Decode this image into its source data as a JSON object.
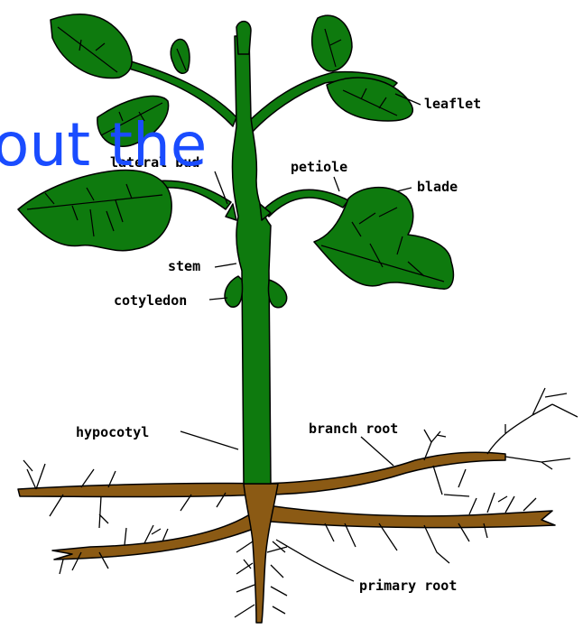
{
  "diagram": {
    "colors": {
      "leaf": "#0e7a0e",
      "root": "#8b5a14",
      "outline": "#000000",
      "overlay_text": "#1a4cff"
    },
    "labels": {
      "leaflet": "leaflet",
      "lateral_bud": "lateral bud",
      "petiole": "petiole",
      "blade": "blade",
      "stem": "stem",
      "cotyledon": "cotyledon",
      "hypocotyl": "hypocotyl",
      "branch_root": "branch root",
      "primary_root": "primary root"
    },
    "overlay_text": "out the"
  }
}
